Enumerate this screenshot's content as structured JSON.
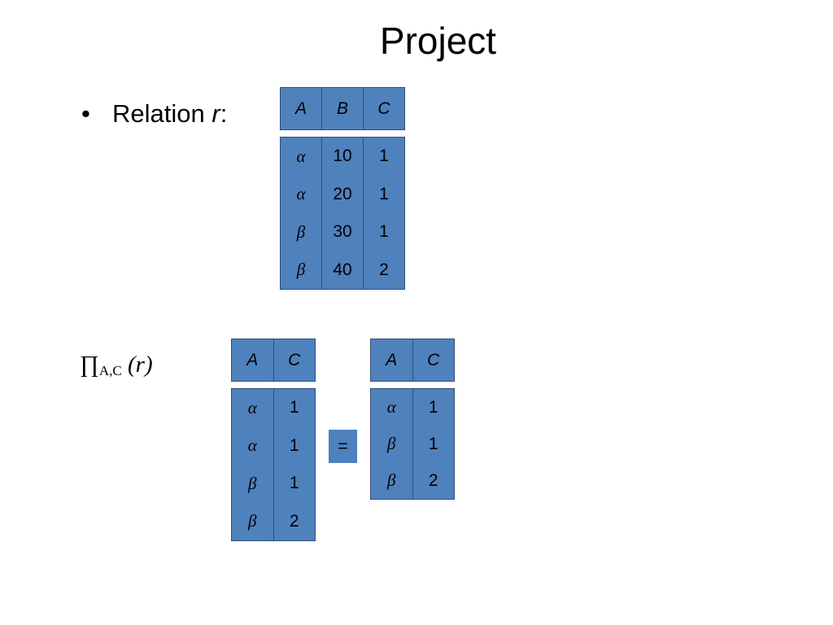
{
  "slide": {
    "title": "Project",
    "bullet": {
      "marker": "•",
      "prefix": "Relation ",
      "var": "r",
      "suffix": ":"
    },
    "projection": {
      "symbol": "∏",
      "subscript": "A,C",
      "arg": "(r)"
    },
    "equals": "="
  },
  "tables": {
    "relation_r": {
      "columns": [
        "A",
        "B",
        "C"
      ],
      "rows": [
        [
          "α",
          "10",
          "1"
        ],
        [
          "α",
          "20",
          "1"
        ],
        [
          "β",
          "30",
          "1"
        ],
        [
          "β",
          "40",
          "2"
        ]
      ]
    },
    "projected": {
      "columns": [
        "A",
        "C"
      ],
      "rows": [
        [
          "α",
          "1"
        ],
        [
          "α",
          "1"
        ],
        [
          "β",
          "1"
        ],
        [
          "β",
          "2"
        ]
      ]
    },
    "result": {
      "columns": [
        "A",
        "C"
      ],
      "rows": [
        [
          "α",
          "1"
        ],
        [
          "β",
          "1"
        ],
        [
          "β",
          "2"
        ]
      ]
    }
  },
  "colors": {
    "table_fill": "#4f81bd",
    "table_border": "#2f4f75"
  }
}
